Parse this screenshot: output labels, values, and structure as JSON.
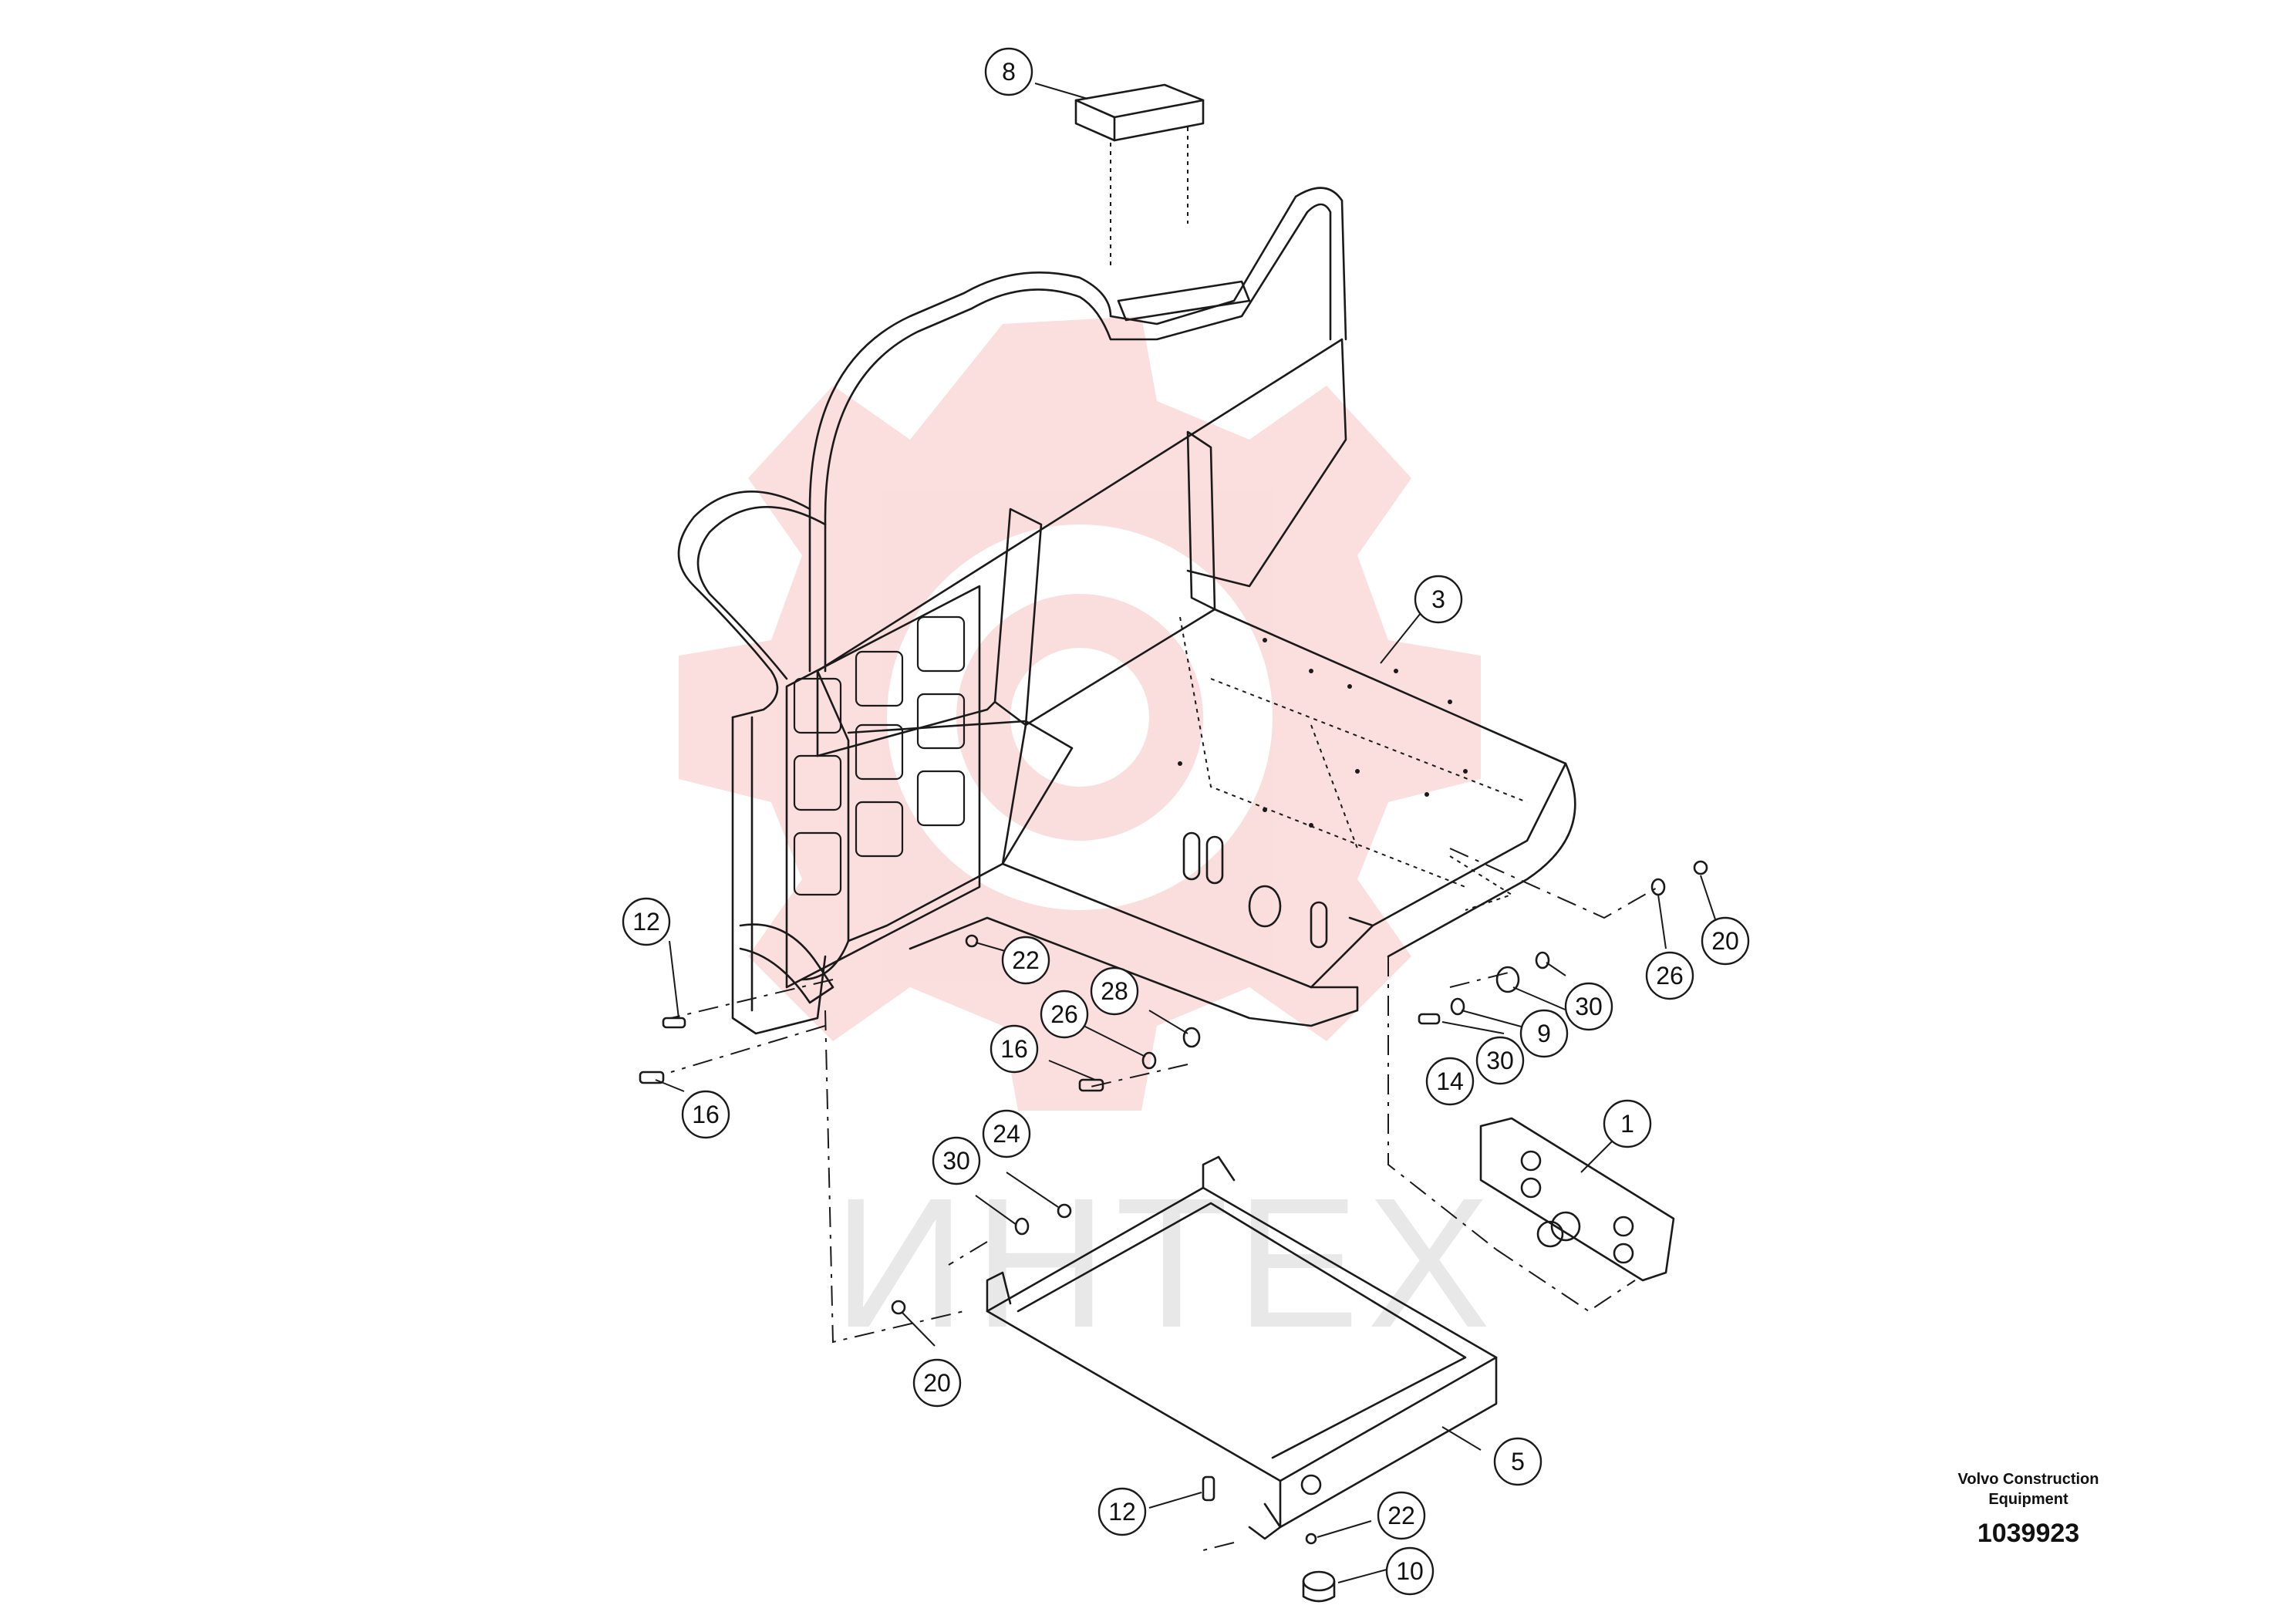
{
  "title_block": {
    "company": "Volvo Construction Equipment",
    "drawing_number": "1039923"
  },
  "watermark": {
    "text": "ИНТЕХ",
    "color": "#f2b6b6"
  },
  "callouts": [
    "8",
    "3",
    "26",
    "20",
    "12",
    "22",
    "28",
    "26",
    "16",
    "30",
    "9",
    "30",
    "14",
    "16",
    "24",
    "30",
    "1",
    "20",
    "5",
    "12",
    "22",
    "10"
  ]
}
